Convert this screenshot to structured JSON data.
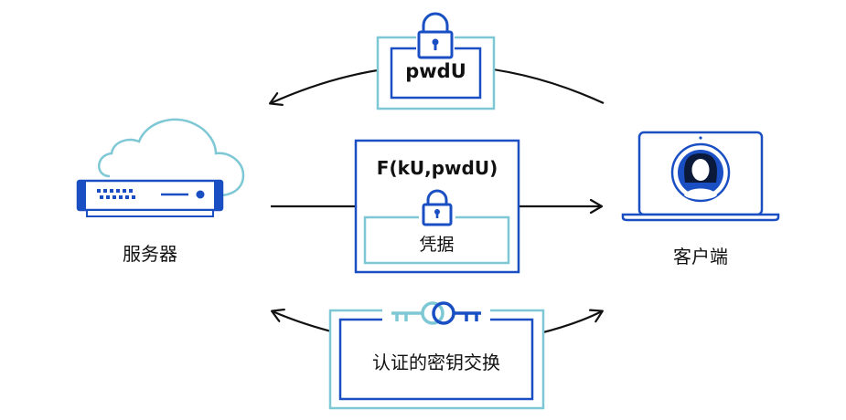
{
  "server": {
    "label": "服务器"
  },
  "client": {
    "label": "客户端"
  },
  "top_box": {
    "text": "pwdU"
  },
  "center_box": {
    "title": "F(kU,pwdU)",
    "inner_text": "凭据"
  },
  "bottom_box": {
    "text": "认证的密钥交换"
  },
  "colors": {
    "dark_blue": "#1a4fc4",
    "light_blue": "#7ec8d6",
    "text": "#111111"
  }
}
